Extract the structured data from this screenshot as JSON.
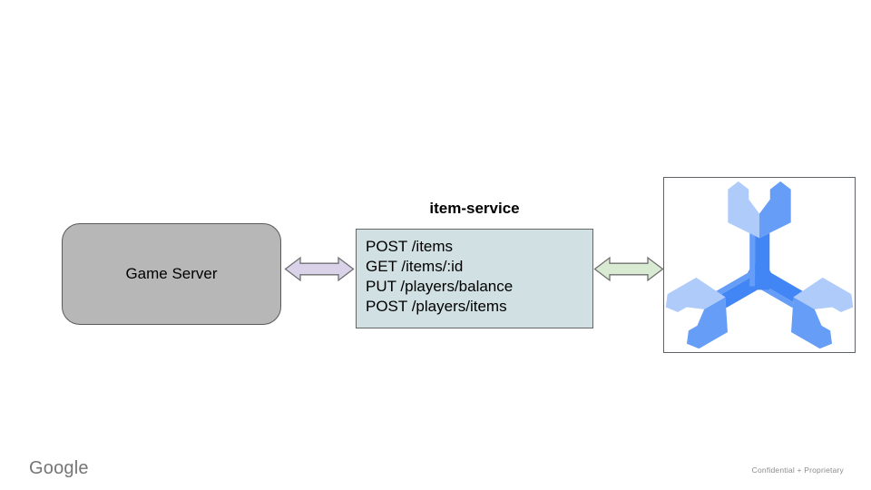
{
  "slide": {
    "game_server": {
      "label": "Game Server",
      "fill": "#b7b7b7"
    },
    "service": {
      "title": "item-service",
      "endpoints": [
        "POST /items",
        "GET /items/:id",
        "PUT /players/balance",
        "POST /players/items"
      ],
      "fill": "#d0e0e3"
    },
    "arrows": {
      "left": {
        "type": "bidirectional",
        "fill": "#d9d2e9"
      },
      "right": {
        "type": "bidirectional",
        "fill": "#d9ead3"
      }
    },
    "icon": {
      "name": "cloud-spanner",
      "colors": {
        "light": "#aecbfa",
        "medium": "#669df6",
        "dark": "#4285f4"
      }
    },
    "footer": {
      "brand": "Google",
      "confidentiality": "Confidential + Proprietary"
    }
  }
}
